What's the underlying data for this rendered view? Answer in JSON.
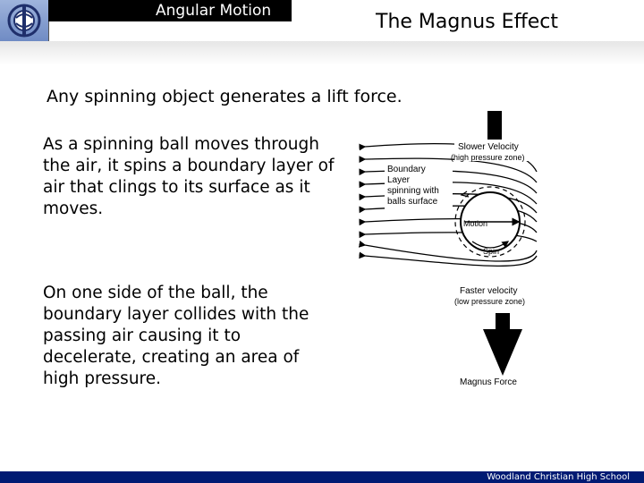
{
  "header": {
    "topic": "Angular Motion",
    "title": "The Magnus Effect"
  },
  "body": {
    "line1": "Any spinning object generates a lift force.",
    "para1": "As a spinning ball moves through the air, it spins a boundary layer of air that clings to its surface as it moves.",
    "para2": "On one side of the ball, the boundary layer collides with the passing air causing it to decelerate, creating an area of high pressure."
  },
  "diagram": {
    "slower_label": "Slower Velocity",
    "slower_sub": "(high pressure zone)",
    "boundary_l1": "Boundary",
    "boundary_l2": "Layer",
    "boundary_l3": "spinning with",
    "boundary_l4": "balls surface",
    "motion_label": "Motion",
    "spin_label": "Spin",
    "faster_label": "Faster velocity",
    "faster_sub": "(low pressure zone)",
    "force_label": "Magnus Force"
  },
  "footer": {
    "school": "Woodland Christian High School"
  }
}
